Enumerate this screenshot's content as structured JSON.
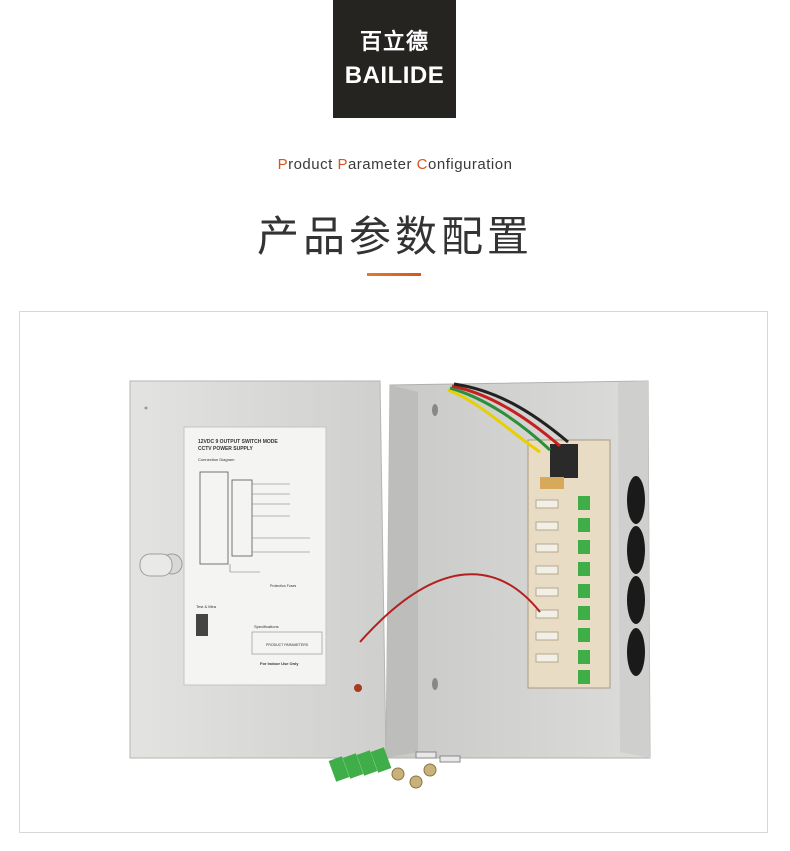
{
  "brand": {
    "logo_cn": "百立德",
    "logo_en": "BAILIDE"
  },
  "section": {
    "subtitle_parts": [
      {
        "cap": "P",
        "rest": "roduct "
      },
      {
        "cap": "P",
        "rest": "arameter "
      },
      {
        "cap": "C",
        "rest": "onfiguration"
      }
    ],
    "title_cn": "产品参数配置"
  },
  "product_image": {
    "label_heading": "12VDC 9 OUTPUT SWITCH MODE",
    "label_heading2": "CCTV POWER SUPPLY",
    "label_diagram": "Connection Diagram",
    "label_specs": "Specifications",
    "label_params": "PRODUCT PARAMETERS",
    "label_indoor": "For Indoor Use Only",
    "label_test": "Test & Mea",
    "label_protection": "Protection Fuses"
  },
  "colors": {
    "accent": "#d9541e",
    "logo_bg": "#262421",
    "cabinet": "#d6d6d4",
    "terminal_green": "#3fae49"
  }
}
